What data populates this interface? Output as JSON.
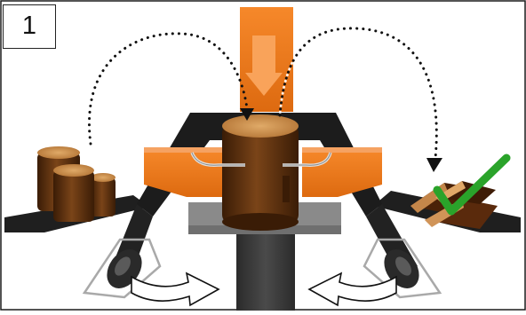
{
  "step": {
    "number": "1"
  },
  "colors": {
    "frame": "#1a1a1a",
    "splitter_orange": "#f07c1c",
    "wood_brown": "#5a3010",
    "wood_face": "#c48a4a",
    "check_green": "#2aa32a",
    "arrow_fill": "#ffffff",
    "path_dots": "#111111"
  },
  "icons": [
    "step-number-box",
    "log-splitter",
    "round-logs",
    "split-logs",
    "checkmark-icon",
    "swing-arrows",
    "dotted-path-arrows"
  ]
}
